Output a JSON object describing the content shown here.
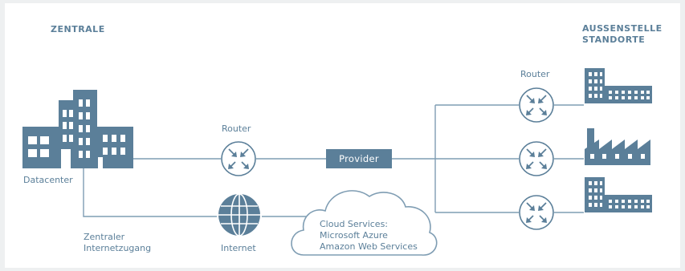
{
  "headings": {
    "left": "ZENTRALE",
    "right_line1": "AUSSENSTELLE",
    "right_line2": "STANDORTE"
  },
  "labels": {
    "datacenter": "Datacenter",
    "router_center": "Router",
    "router_right": "Router",
    "provider": "Provider",
    "internet_access_line1": "Zentraler",
    "internet_access_line2": "Internetzugang",
    "internet": "Internet",
    "cloud_line1": "Cloud Services:",
    "cloud_line2": "Microsoft Azure",
    "cloud_line3": "Amazon Web Services"
  },
  "colors": {
    "accent": "#5b7f99",
    "line": "#7f9db3",
    "background": "#ffffff"
  },
  "icons": [
    "headquarters-building-icon",
    "router-icon",
    "globe-icon",
    "cloud-icon",
    "office-building-icon",
    "factory-icon"
  ]
}
